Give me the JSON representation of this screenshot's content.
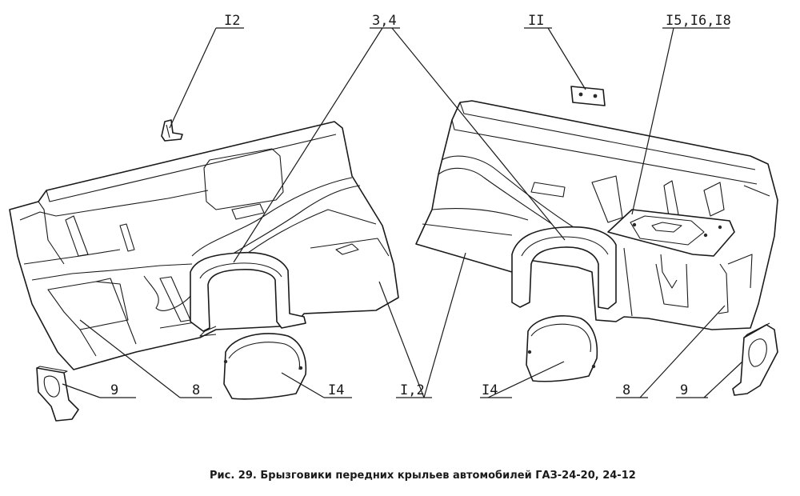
{
  "callouts": {
    "part_12": "I2",
    "part_34": "3,4",
    "part_11": "II",
    "part_15_16_18": "I5,I6,I8",
    "part_9_left": "9",
    "part_8_left": "8",
    "part_14_left": "I4",
    "part_1_2": "I,2",
    "part_14_right": "I4",
    "part_8_right": "8",
    "part_9_right": "9"
  },
  "caption": "Рис. 29. Брызговики передних крыльев автомобилей ГАЗ-24-20, 24-12"
}
